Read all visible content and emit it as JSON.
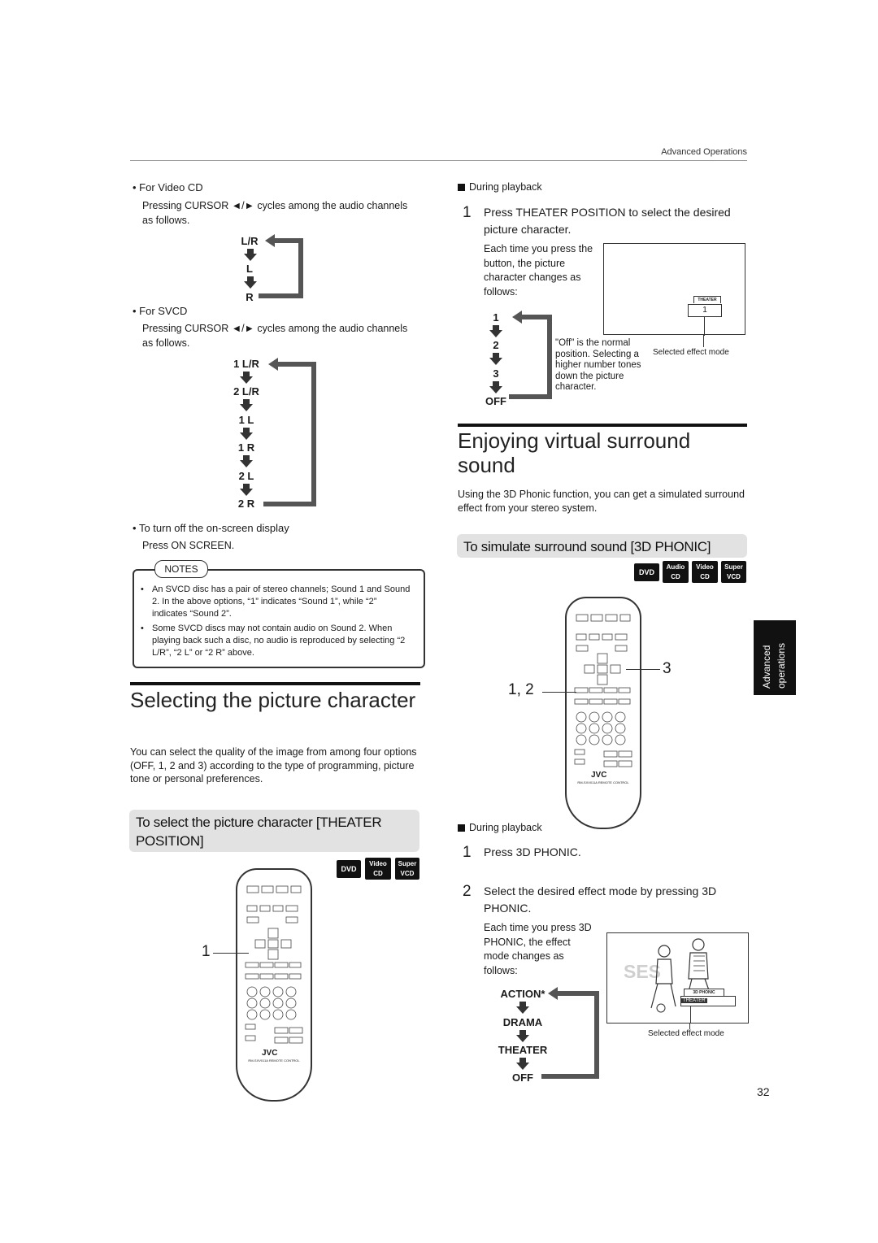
{
  "header": {
    "section": "Advanced Operations"
  },
  "left": {
    "video_cd_bullet": "For Video CD",
    "video_cd_text": "Pressing CURSOR ◄/► cycles among the audio channels as follows.",
    "video_cd_seq": [
      "L/R",
      "L",
      "R"
    ],
    "svcd_bullet": "For SVCD",
    "svcd_text": "Pressing CURSOR ◄/► cycles among the audio channels as follows.",
    "svcd_seq": [
      "1 L/R",
      "2 L/R",
      "1 L",
      "1 R",
      "2 L",
      "2 R"
    ],
    "turnoff_bullet": "To turn off the on-screen display",
    "turnoff_text": "Press ON SCREEN.",
    "notes_label": "NOTES",
    "notes": [
      "An SVCD disc has a pair of stereo channels; Sound 1 and Sound 2. In the above options, “1” indicates “Sound 1”, while “2” indicates “Sound 2”.",
      "Some SVCD discs may not contain audio on Sound 2. When playing back such a disc, no audio is reproduced by selecting “2 L/R”, “2 L” or “2 R” above."
    ],
    "heading": "Selecting the picture character",
    "intro": "You can select the quality of the image from among four options (OFF, 1, 2 and 3) according to the type of programming, picture tone or personal preferences.",
    "subheading": "To select the picture character [THEATER POSITION]",
    "logos": [
      "DVD",
      "Video CD",
      "Super VCD"
    ],
    "callout": "1",
    "remote_brand": "JVC",
    "remote_model": "RM-SXV011A REMOTE CONTROL"
  },
  "right": {
    "during_playback_1": "During playback",
    "step1_num": "1",
    "step1_text": "Press THEATER POSITION to select the desired picture character.",
    "each_time_1": "Each time you press the button, the picture character changes as follows:",
    "theater_seq": [
      "1",
      "2",
      "3",
      "OFF"
    ],
    "theater_note": "\"Off\" is the normal position. Selecting a higher number tones down the picture character.",
    "osd_label": "THEATER",
    "osd_value": "1",
    "selected_effect_1": "Selected effect mode",
    "heading": "Enjoying virtual surround sound",
    "intro": "Using the 3D Phonic function, you can get a simulated surround effect from your stereo system.",
    "subheading": "To simulate surround sound [3D PHONIC]",
    "logos": [
      "DVD",
      "Audio CD",
      "Video CD",
      "Super VCD"
    ],
    "callout_12": "1, 2",
    "callout_3": "3",
    "during_playback_2": "During playback",
    "stepA_num": "1",
    "stepA_text": "Press 3D PHONIC.",
    "stepB_num": "2",
    "stepB_text": "Select the desired effect mode by pressing 3D PHONIC.",
    "each_time_2": "Each time you press 3D PHONIC, the effect mode changes as follows:",
    "phonic_seq": [
      "ACTION*",
      "DRAMA",
      "THEATER",
      "OFF"
    ],
    "photo_overlay": "SES",
    "osd2_label": "3D PHONIC",
    "osd2_value": "THEATER",
    "selected_effect_2": "Selected effect mode"
  },
  "side_tab": [
    "Advanced",
    "operations"
  ],
  "page_number": "32"
}
